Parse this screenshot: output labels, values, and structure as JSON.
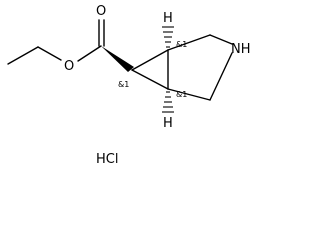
{
  "structure": {
    "atoms": {
      "carbonyl_oxygen": "O",
      "ester_oxygen": "O",
      "ring_nitrogen": "NH",
      "top_hydrogen": "H",
      "bottom_hydrogen": "H"
    },
    "stereo_flags": {
      "c6": "&1",
      "c1": "&1",
      "c5": "&1"
    },
    "salt": "HCl"
  }
}
